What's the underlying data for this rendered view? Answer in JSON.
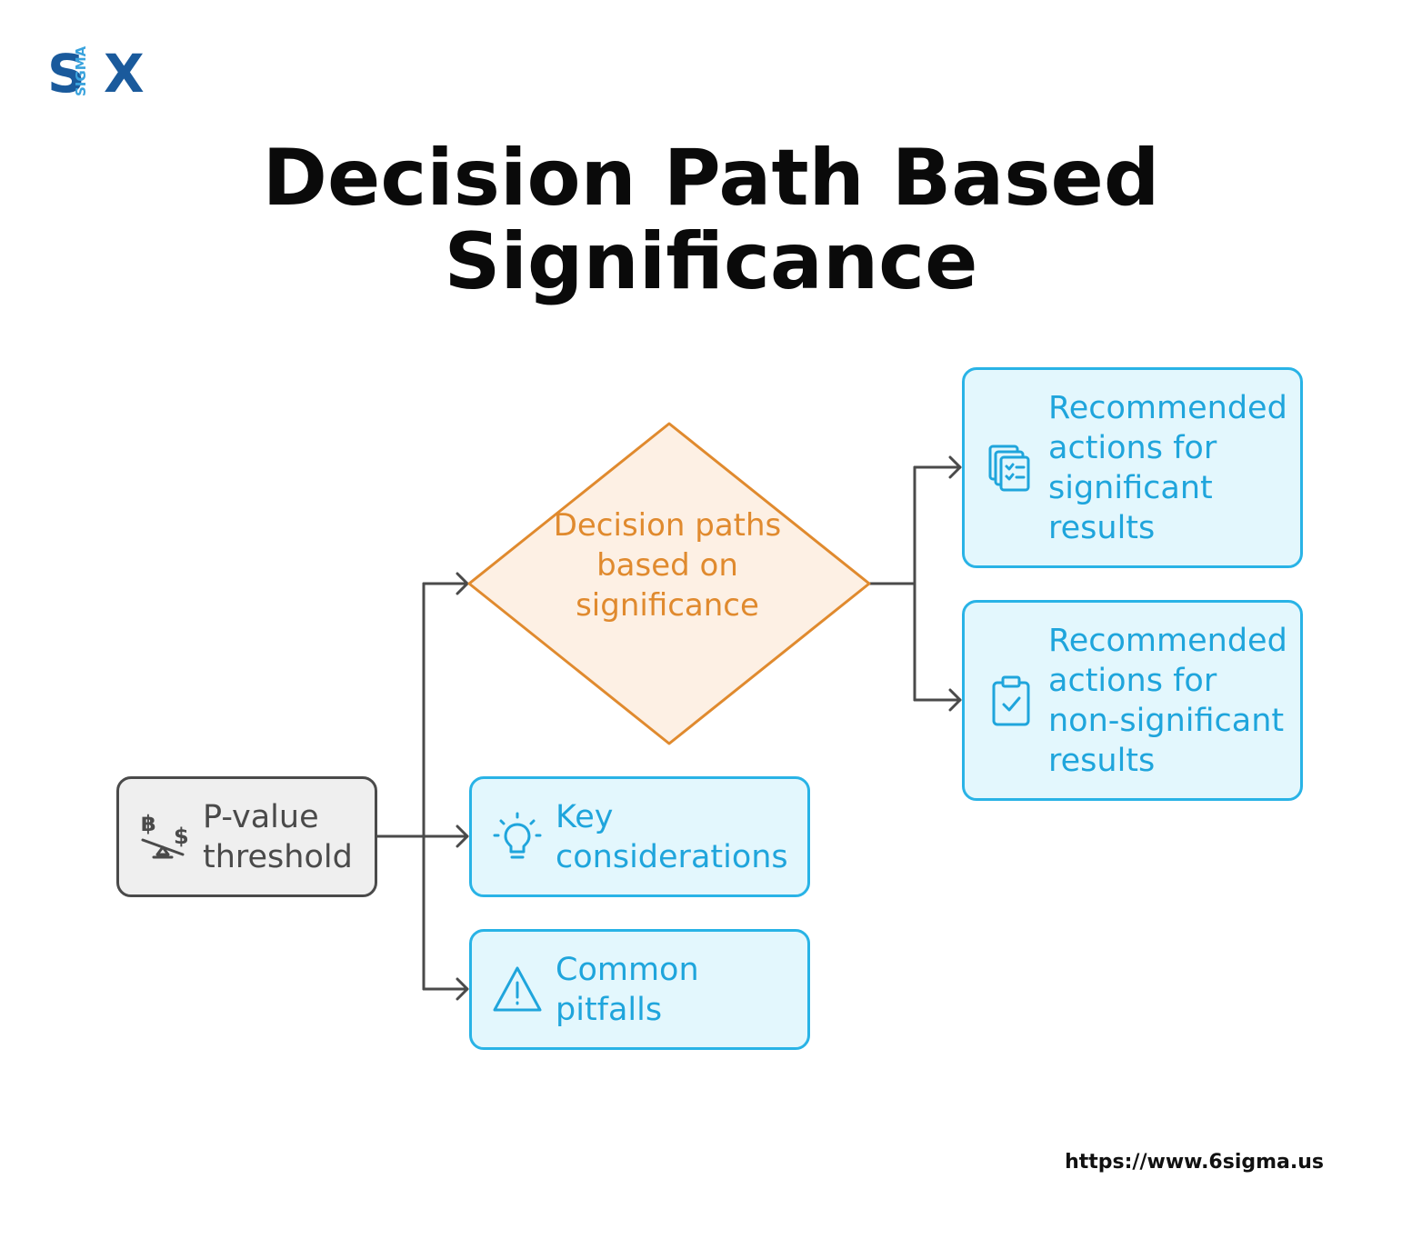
{
  "logo": {
    "main": "S",
    "sub": "SIGMA",
    "end": "X"
  },
  "title": {
    "line1": "Decision Path Based",
    "line2": "Significance"
  },
  "nodes": {
    "pvalue": {
      "label": "P-value threshold",
      "icon": "balance-scale-icon"
    },
    "decision": {
      "label": "Decision paths based on significance",
      "shape": "diamond"
    },
    "key": {
      "label": "Key considerations",
      "icon": "lightbulb-icon"
    },
    "pitfalls": {
      "label": "Common pitfalls",
      "icon": "warning-triangle-icon"
    },
    "significant": {
      "label": "Recommended actions for significant results",
      "icon": "documents-checklist-icon"
    },
    "nonsignificant": {
      "label": "Recommended actions for non-significant results",
      "icon": "clipboard-check-icon"
    }
  },
  "colors": {
    "gray_border": "#4a4a4a",
    "gray_fill": "#efefef",
    "blue_border": "#29b3e6",
    "blue_fill": "#e3f7fd",
    "blue_text": "#1fa5dc",
    "orange_border": "#e08a2e",
    "orange_fill": "#fdf0e4",
    "logo_dark": "#1a5a9c",
    "logo_light": "#3aa3dd"
  },
  "footer": {
    "url": "https://www.6sigma.us"
  }
}
